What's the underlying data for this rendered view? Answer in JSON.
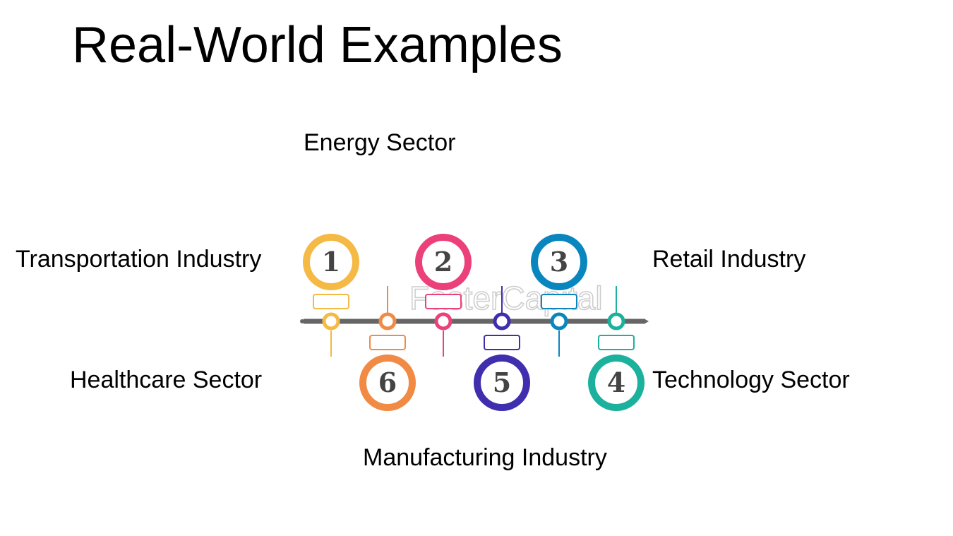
{
  "slide": {
    "title": "Real-World Examples",
    "labels": {
      "energy": "Energy Sector",
      "transportation": "Transportation Industry",
      "retail": "Retail Industry",
      "healthcare": "Healthcare Sector",
      "technology": "Technology Sector",
      "manufacturing": "Manufacturing Industry"
    }
  },
  "diagram": {
    "watermark": "FasterCapital",
    "steps": [
      {
        "number": "1",
        "color": "#f5b945",
        "side": "top"
      },
      {
        "number": "6",
        "color": "#f08a45",
        "side": "bottom"
      },
      {
        "number": "2",
        "color": "#ec407a",
        "side": "top"
      },
      {
        "number": "5",
        "color": "#3f2fae",
        "side": "bottom"
      },
      {
        "number": "3",
        "color": "#0a86bf",
        "side": "top"
      },
      {
        "number": "4",
        "color": "#1bb19c",
        "side": "bottom"
      }
    ]
  }
}
